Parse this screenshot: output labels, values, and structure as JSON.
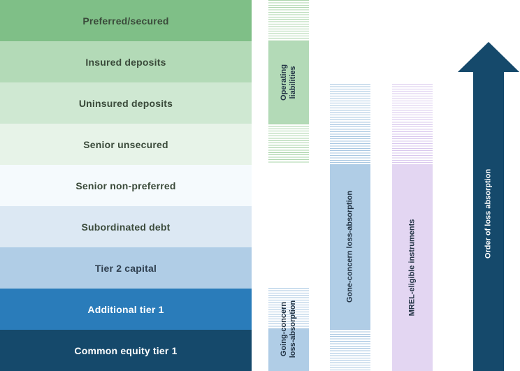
{
  "layers": [
    {
      "label": "Preferred/secured",
      "bg": "#7fbf87",
      "fg": "#3a4a3a"
    },
    {
      "label": "Insured deposits",
      "bg": "#b3dab7",
      "fg": "#3a4a3a"
    },
    {
      "label": "Uninsured deposits",
      "bg": "#cfe8d2",
      "fg": "#3a4a3a"
    },
    {
      "label": "Senior unsecured",
      "bg": "#e7f3e8",
      "fg": "#3a4a3a"
    },
    {
      "label": "Senior non-preferred",
      "bg": "#f5fafd",
      "fg": "#3a4a3a"
    },
    {
      "label": "Subordinated debt",
      "bg": "#dce8f3",
      "fg": "#3a4a3a"
    },
    {
      "label": "Tier 2 capital",
      "bg": "#b0cde6",
      "fg": "#2f3f4f"
    },
    {
      "label": "Additional tier 1",
      "bg": "#2a7cba",
      "fg": "#ffffff"
    },
    {
      "label": "Common equity tier 1",
      "bg": "#15496b",
      "fg": "#ffffff"
    }
  ],
  "columns": {
    "operating": {
      "label": "Operating\nliabilities",
      "solid": "#b3dab7"
    },
    "going_concern": {
      "label": "Going-concern\nloss-absorption",
      "solid": "#b0cde6"
    },
    "gone_concern": {
      "label": "Gone-concern loss-absorption",
      "solid": "#b0cde6"
    },
    "mrel": {
      "label": "MREL-eligible instruments",
      "solid": "#e3d6f2"
    }
  },
  "arrow": {
    "label": "Order of loss absorption",
    "color": "#15496b",
    "text_color": "#ffffff"
  }
}
